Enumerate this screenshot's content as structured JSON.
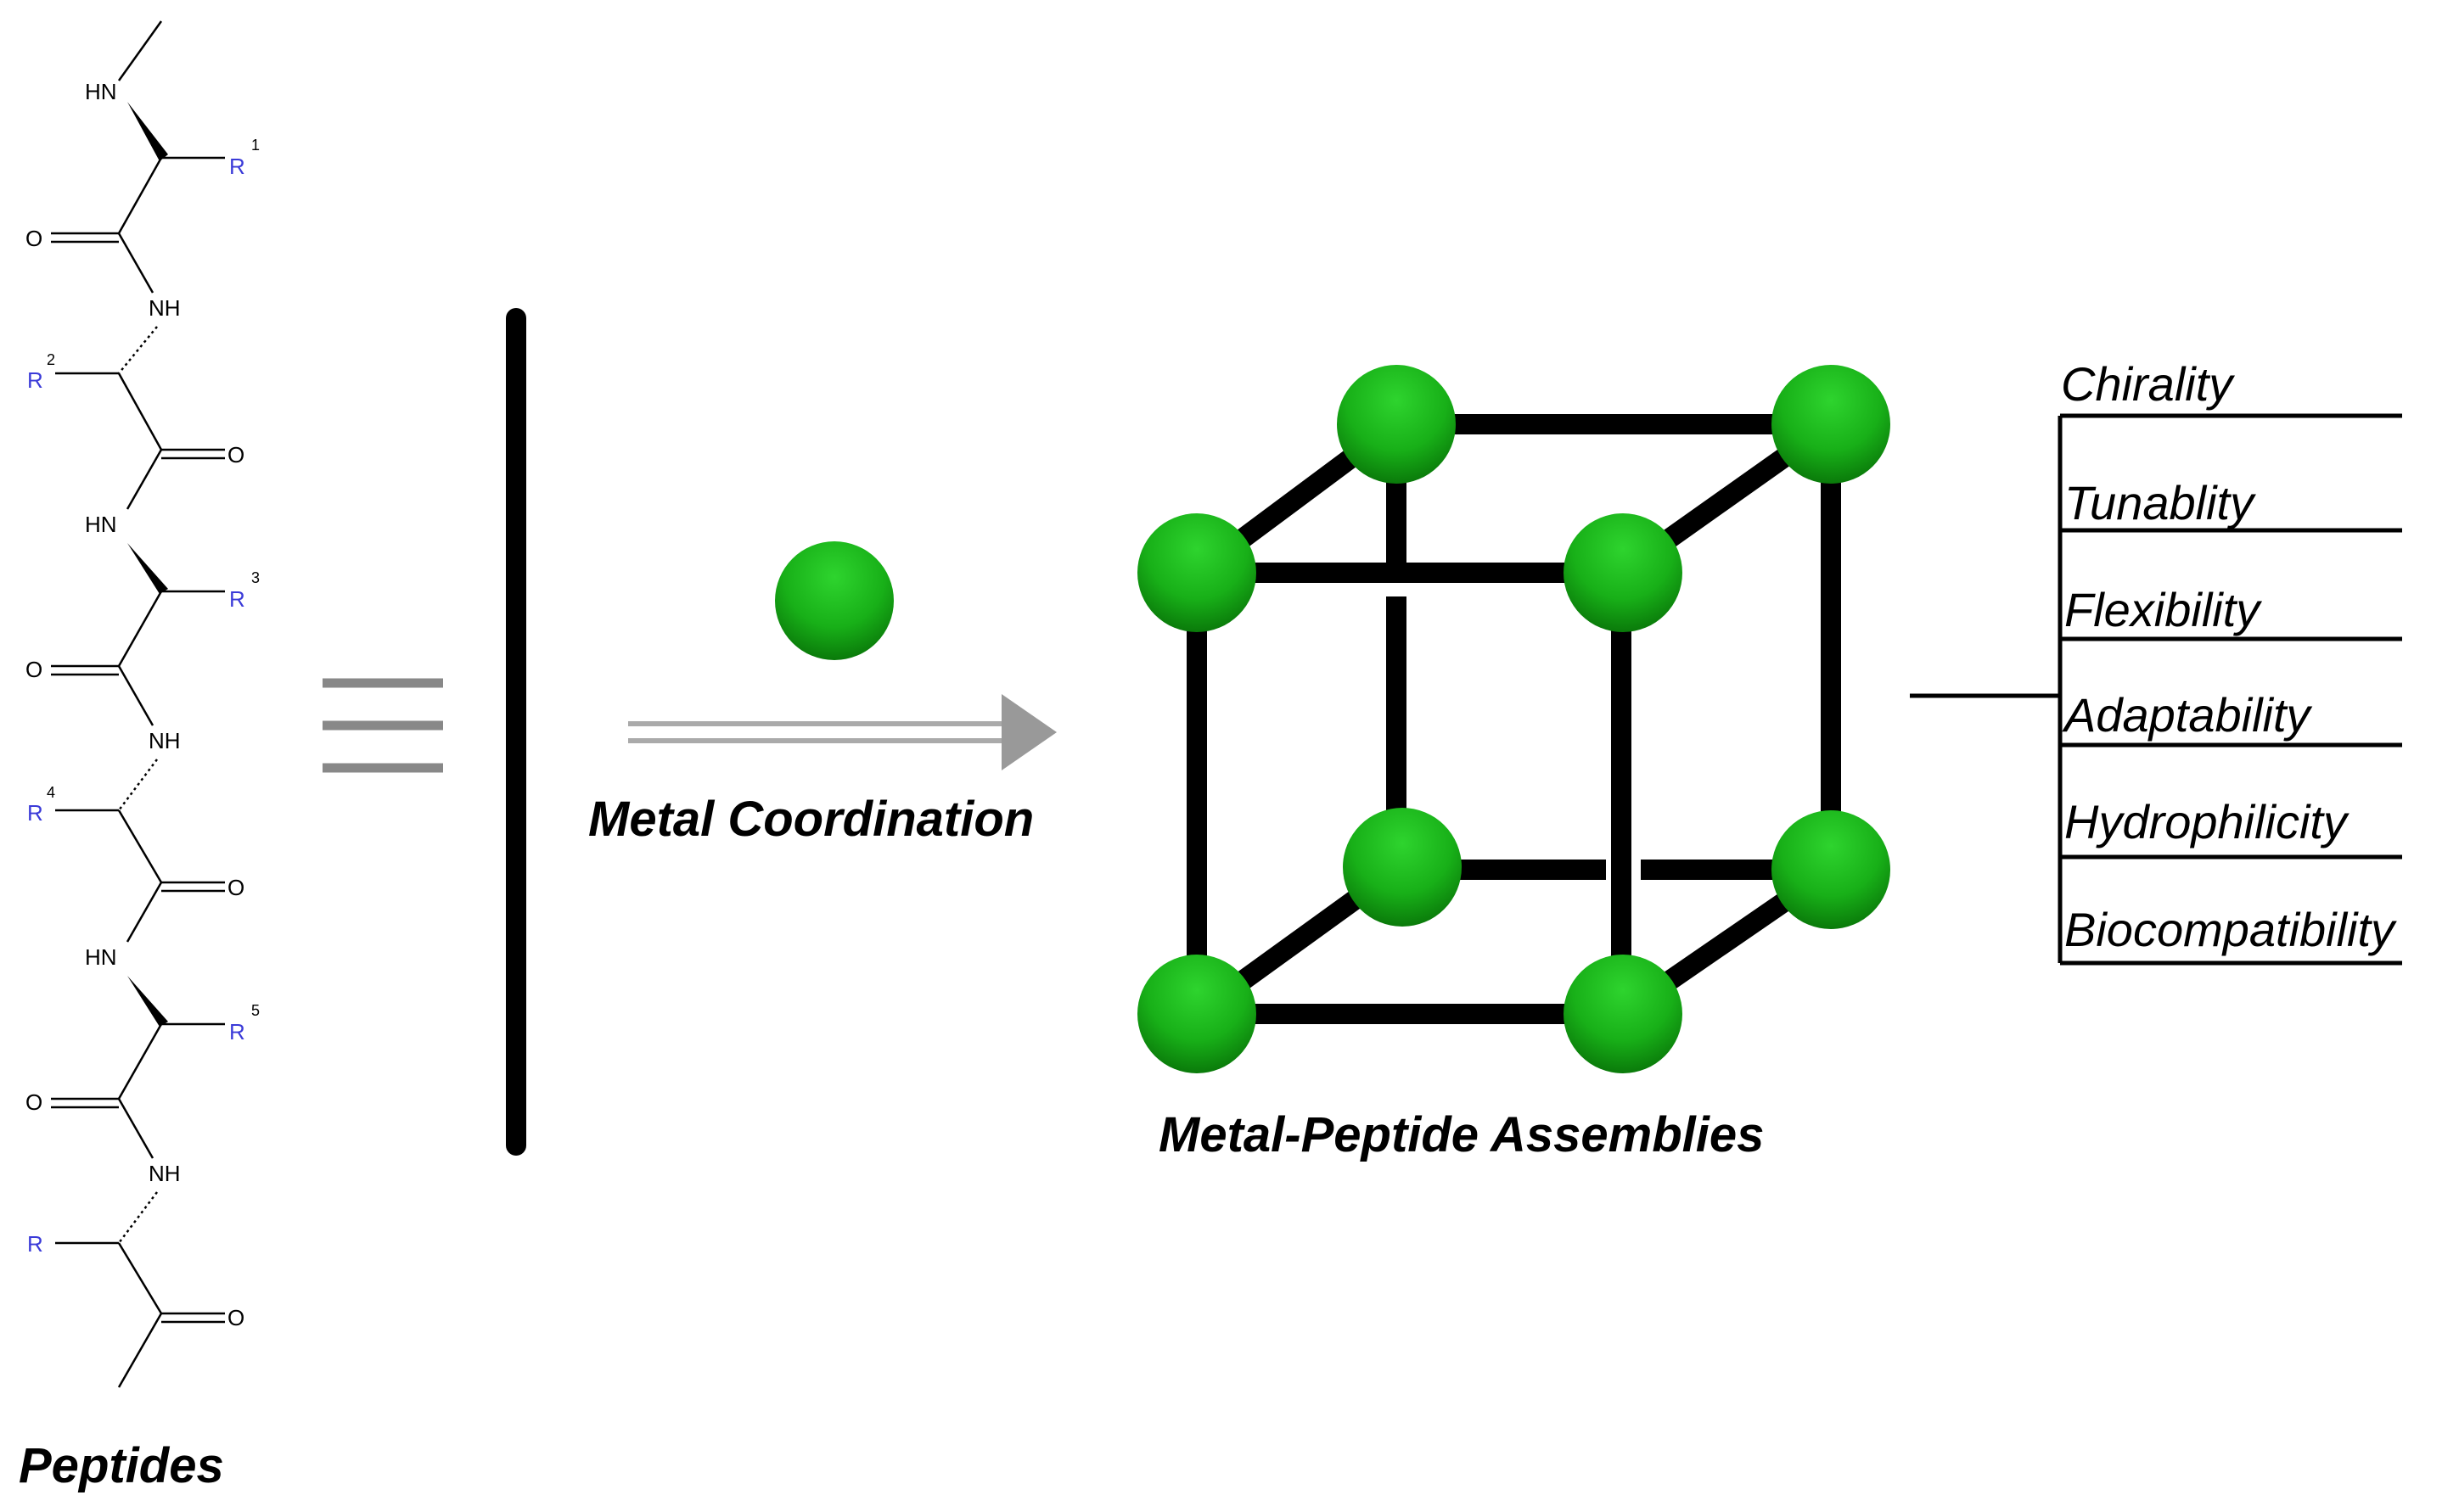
{
  "labels": {
    "peptides": "Peptides",
    "metal_coordination": "Metal Coordination",
    "assemblies": "Metal-Peptide Assemblies"
  },
  "peptide_chain": {
    "HN_1": "HN",
    "O_1": "O",
    "NH_1": "NH",
    "HN_2": "HN",
    "O_2": "O",
    "NH_2": "NH",
    "HN_3": "HN",
    "O_3": "O",
    "NH_3": "NH",
    "O_4": "O",
    "O_5": "O",
    "O_6": "O",
    "R1": "R",
    "R1_sup": "1",
    "R2": "R",
    "R2_sup": "2",
    "R3": "R",
    "R3_sup": "3",
    "R4": "R",
    "R4_sup": "4",
    "R5": "R",
    "R5_sup": "5",
    "R6": "R"
  },
  "properties": [
    "Chirality",
    "Tunablity",
    "Flexibility",
    "Adaptability",
    "Hydrophilicity",
    "Biocompatibility"
  ],
  "colors": {
    "metal_node": "#22b822",
    "metal_node_dark": "#0a7a0a",
    "r_group": "#3a3ad8",
    "bonds": "#000000",
    "arrow": "#999999"
  }
}
